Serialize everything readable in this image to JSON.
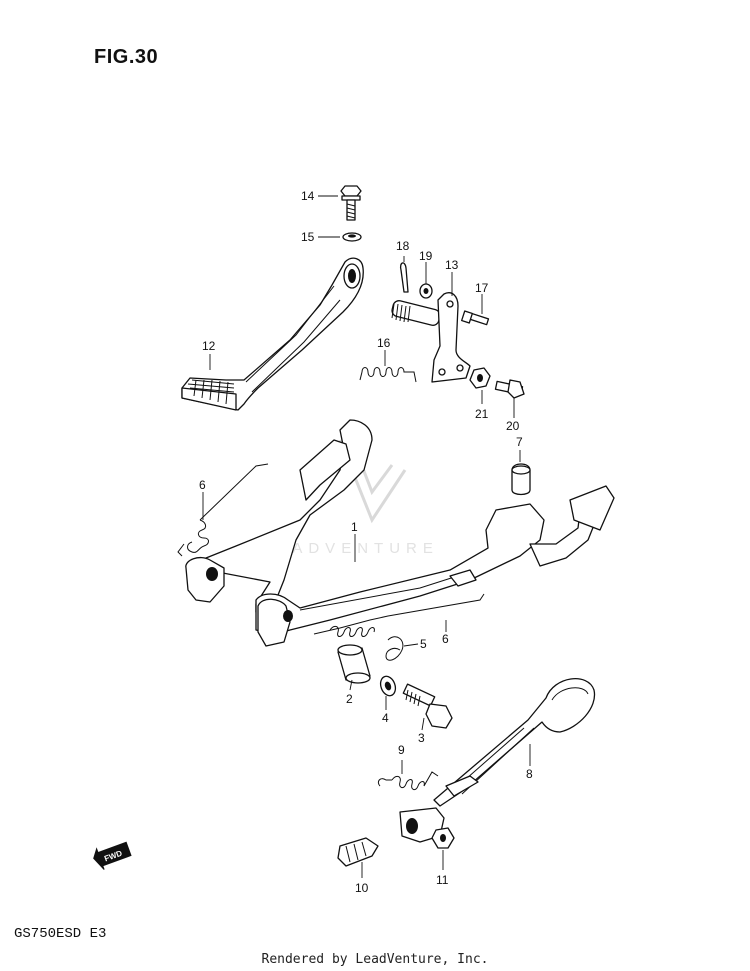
{
  "figure": {
    "title": "FIG.30",
    "model_code": "GS750ESD  E3",
    "footer": "Rendered by LeadVenture, Inc.",
    "watermark_text": "LEADVENTURE"
  },
  "callouts": [
    {
      "num": "1"
    },
    {
      "num": "2"
    },
    {
      "num": "3"
    },
    {
      "num": "4"
    },
    {
      "num": "5"
    },
    {
      "num": "6"
    },
    {
      "num": "6"
    },
    {
      "num": "7"
    },
    {
      "num": "8"
    },
    {
      "num": "9"
    },
    {
      "num": "10"
    },
    {
      "num": "11"
    },
    {
      "num": "12"
    },
    {
      "num": "13"
    },
    {
      "num": "14"
    },
    {
      "num": "15"
    },
    {
      "num": "16"
    },
    {
      "num": "17"
    },
    {
      "num": "18"
    },
    {
      "num": "19"
    },
    {
      "num": "20"
    },
    {
      "num": "21"
    }
  ],
  "fwd_arrow": {
    "label": "FWD",
    "icon": "fwd-arrow-icon"
  }
}
